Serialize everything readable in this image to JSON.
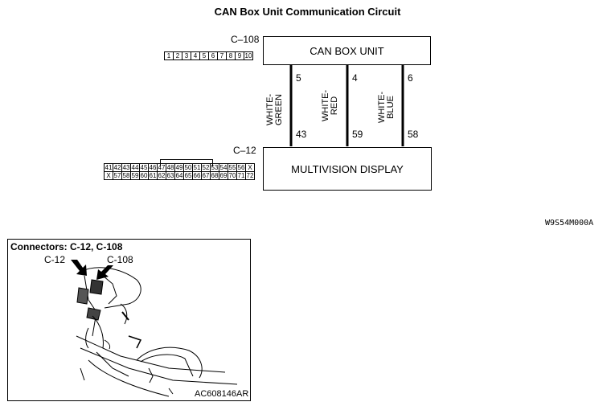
{
  "title": "CAN Box Unit Communication Circuit",
  "can_box": {
    "connector": "C–108",
    "label": "CAN BOX UNIT",
    "pins": [
      "1",
      "2",
      "3",
      "4",
      "5",
      "6",
      "7",
      "8",
      "9",
      "10"
    ]
  },
  "display": {
    "connector": "C–12",
    "label": "MULTIVISION DISPLAY",
    "pins_row1": [
      "41",
      "42",
      "43",
      "44",
      "45",
      "46",
      "47",
      "48",
      "49",
      "50",
      "51",
      "52",
      "53",
      "54",
      "55",
      "56",
      "X"
    ],
    "pins_row2": [
      "X",
      "57",
      "58",
      "59",
      "60",
      "61",
      "62",
      "63",
      "64",
      "65",
      "66",
      "67",
      "68",
      "69",
      "70",
      "71",
      "72"
    ]
  },
  "wires": [
    {
      "color": "WHITE-\nGREEN",
      "top_pin": "5",
      "bottom_pin": "43"
    },
    {
      "color": "WHITE-\nRED",
      "top_pin": "4",
      "bottom_pin": "59"
    },
    {
      "color": "WHITE-\nBLUE",
      "top_pin": "6",
      "bottom_pin": "58"
    }
  ],
  "figure_ref": "W9S54M000A",
  "photo": {
    "title": "Connectors: C-12, C-108",
    "label_c12": "C-12",
    "label_c108": "C-108",
    "ref": "AC608146AR"
  }
}
